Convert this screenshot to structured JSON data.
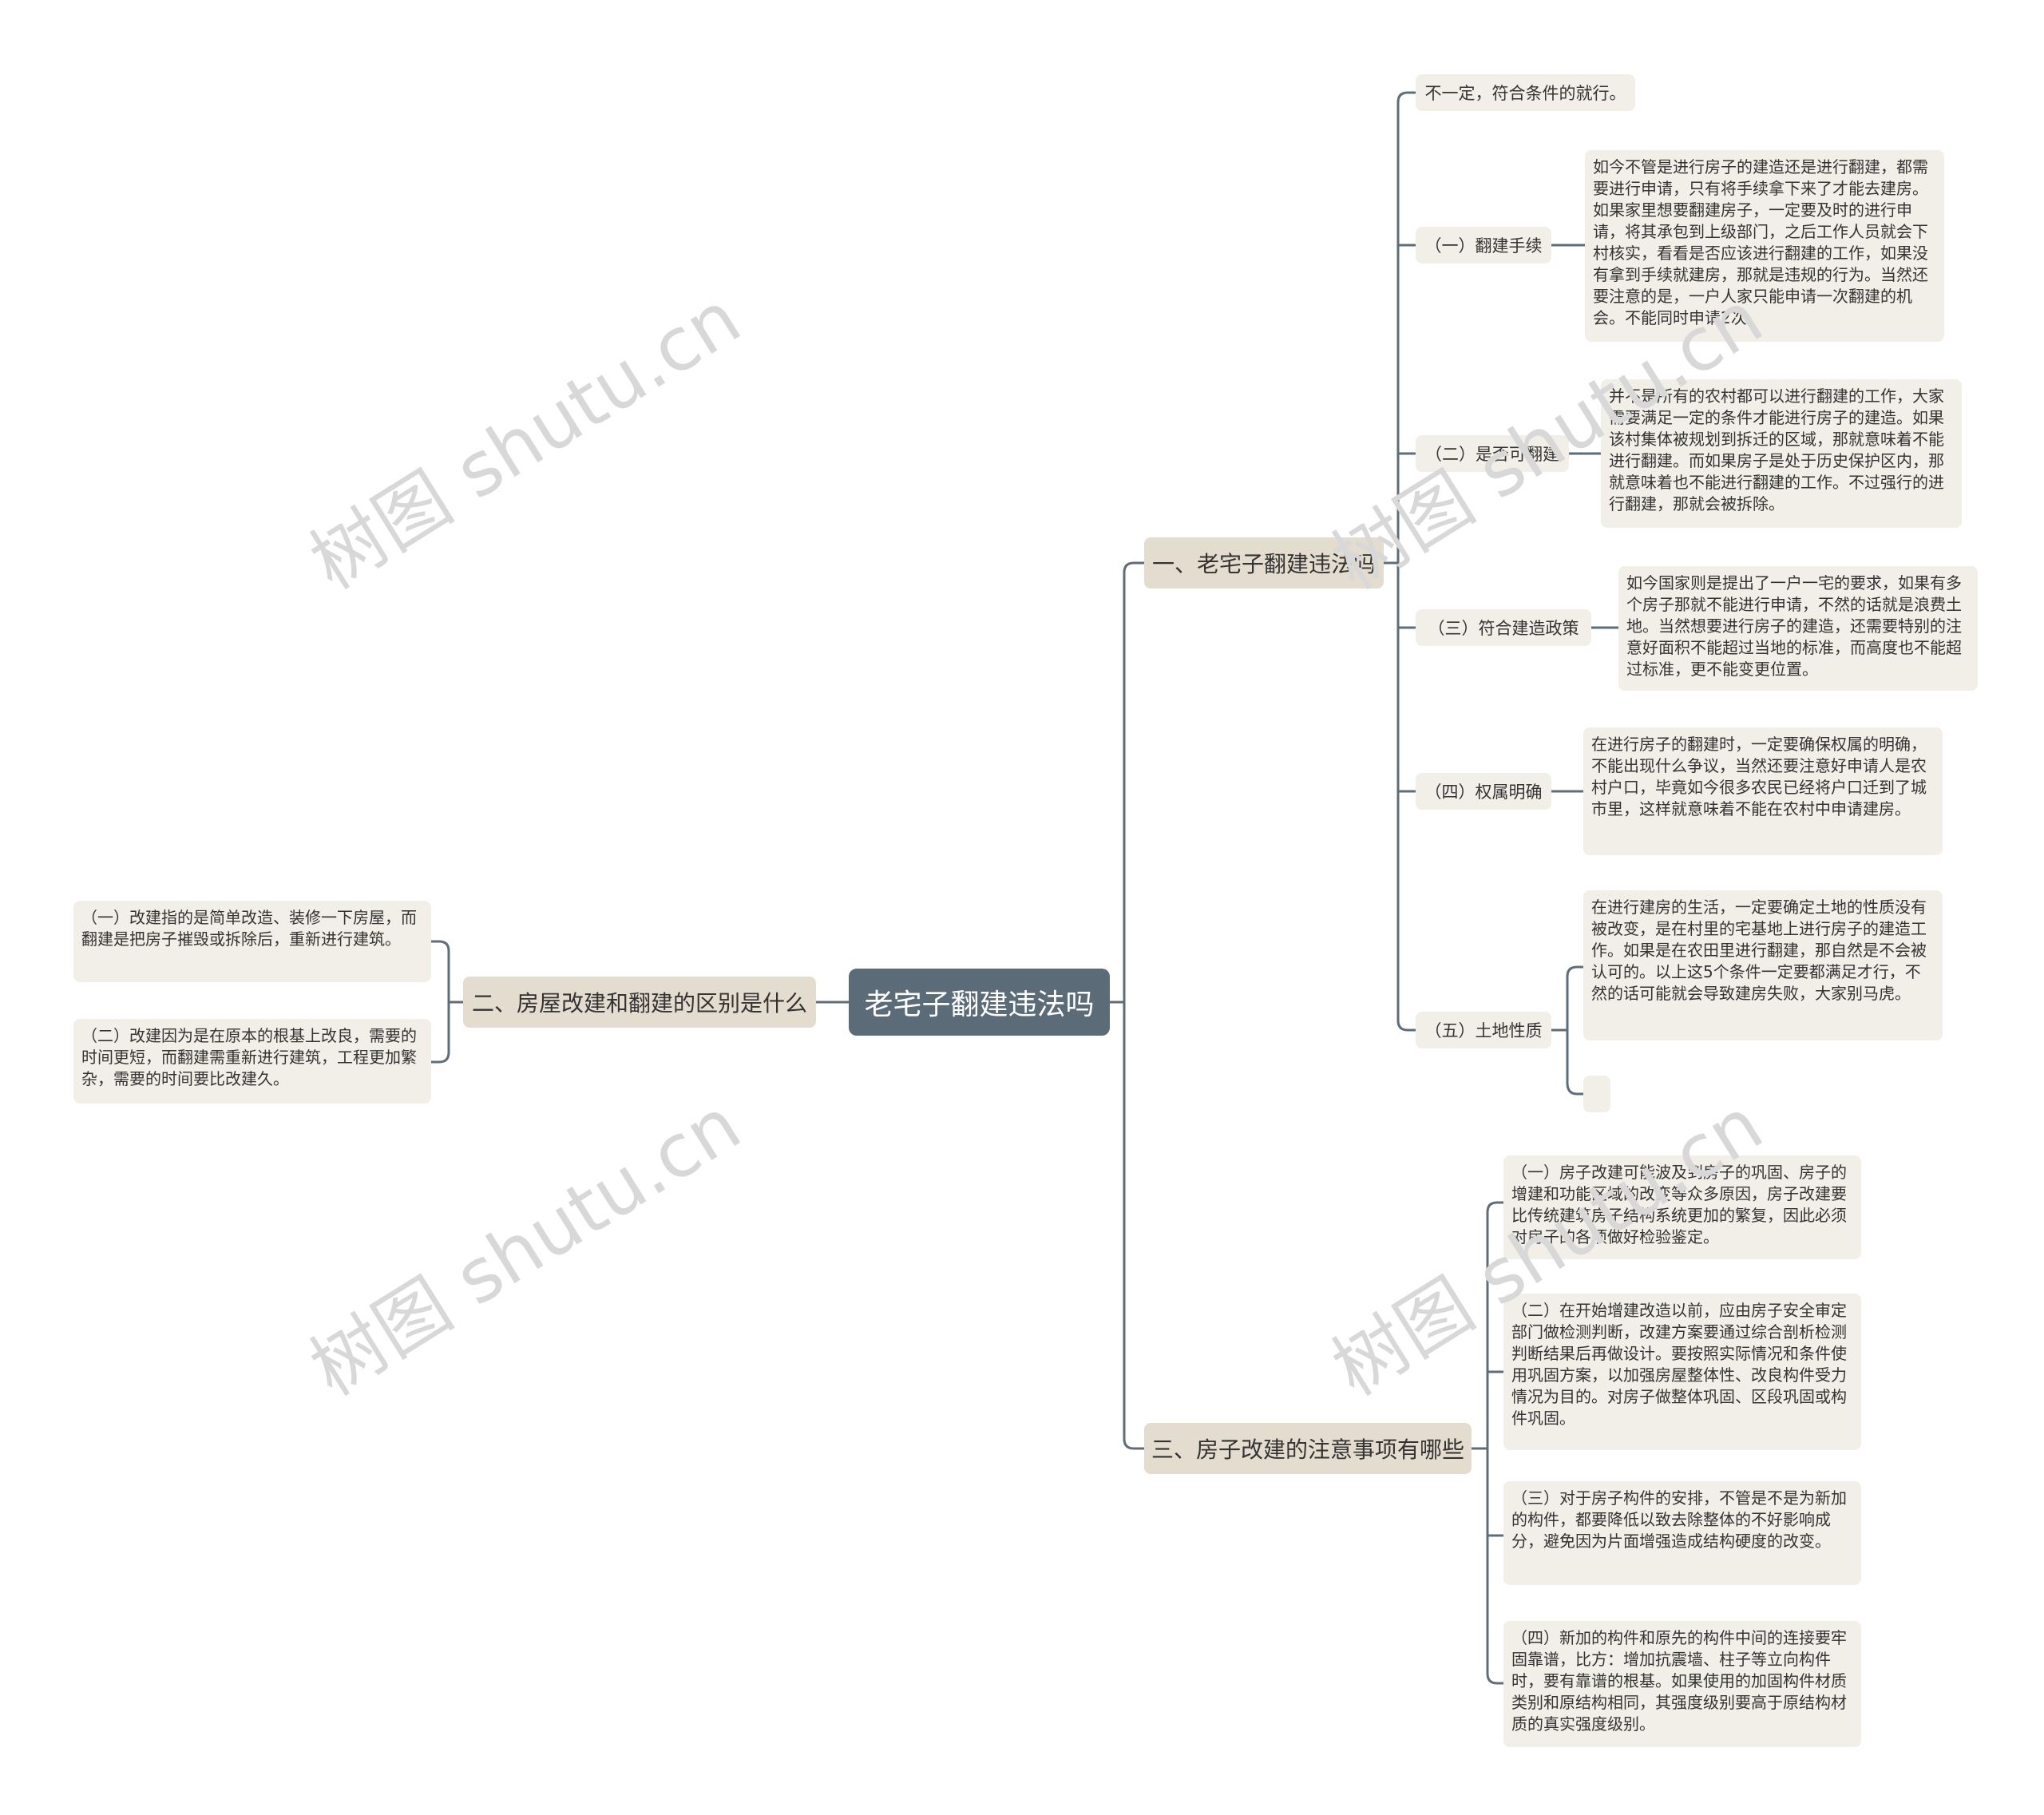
{
  "title": "老宅子翻建违法吗",
  "branches": {
    "b1": {
      "label": "一、老宅子翻建违法吗",
      "answer": "不一定，符合条件的就行。",
      "items": [
        {
          "label": "（一）翻建手续",
          "text": "如今不管是进行房子的建造还是进行翻建，都需要进行申请，只有将手续拿下来了才能去建房。如果家里想要翻建房子，一定要及时的进行申请，将其承包到上级部门，之后工作人员就会下村核实，看看是否应该进行翻建的工作，如果没有拿到手续就建房，那就是违规的行为。当然还要注意的是，一户人家只能申请一次翻建的机会。不能同时申请2次。"
        },
        {
          "label": "（二）是否可翻建",
          "text": "并不是所有的农村都可以进行翻建的工作，大家需要满足一定的条件才能进行房子的建造。如果该村集体被规划到拆迁的区域，那就意味着不能进行翻建。而如果房子是处于历史保护区内，那就意味着也不能进行翻建的工作。不过强行的进行翻建，那就会被拆除。"
        },
        {
          "label": "（三）符合建造政策",
          "text": "如今国家则是提出了一户一宅的要求，如果有多个房子那就不能进行申请，不然的话就是浪费土地。当然想要进行房子的建造，还需要特别的注意好面积不能超过当地的标准，而高度也不能超过标准，更不能变更位置。"
        },
        {
          "label": "（四）权属明确",
          "text": "在进行房子的翻建时，一定要确保权属的明确，不能出现什么争议，当然还要注意好申请人是农村户口，毕竟如今很多农民已经将户口迁到了城市里，这样就意味着不能在农村中申请建房。"
        },
        {
          "label": "（五）土地性质",
          "text": "在进行建房的生活，一定要确定土地的性质没有被改变，是在村里的宅基地上进行房子的建造工作。如果是在农田里进行翻建，那自然是不会被认可的。以上这5个条件一定要都满足才行，不然的话可能就会导致建房失败，大家别马虎。",
          "extra": ""
        }
      ]
    },
    "b2": {
      "label": "二、房屋改建和翻建的区别是什么",
      "items": [
        "（一）改建指的是简单改造、装修一下房屋，而翻建是把房子摧毁或拆除后，重新进行建筑。",
        "（二）改建因为是在原本的根基上改良，需要的时间更短，而翻建需重新进行建筑，工程更加繁杂，需要的时间要比改建久。"
      ]
    },
    "b3": {
      "label": "三、房子改建的注意事项有哪些",
      "items": [
        "（一）房子改建可能波及到房子的巩固、房子的增建和功能区域的改变等众多原因，房子改建要比传统建筑房子结构系统更加的繁复，因此必须对房子的各项做好检验鉴定。",
        "（二）在开始增建改造以前，应由房子安全审定部门做检测判断，改建方案要通过综合剖析检测判断结果后再做设计。要按照实际情况和条件使用巩固方案，以加强房屋整体性、改良构件受力情况为目的。对房子做整体巩固、区段巩固或构件巩固。",
        "（三）对于房子构件的安排，不管是不是为新加的构件，都要降低以致去除整体的不好影响成分，避免因为片面增强造成结构硬度的改变。",
        "（四）新加的构件和原先的构件中间的连接要牢固靠谱，比方：增加抗震墙、柱子等立向构件时，要有靠谱的根基。如果使用的加固构件材质类别和原结构相同，其强度级别要高于原结构材质的真实强度级别。"
      ]
    }
  },
  "watermark": "树图 shutu.cn",
  "colors": {
    "root": "#5b6b78",
    "main": "#e4dccf",
    "leaf": "#f2efe9",
    "line": "#5f6d78",
    "watermark": "#d8d8d8"
  }
}
